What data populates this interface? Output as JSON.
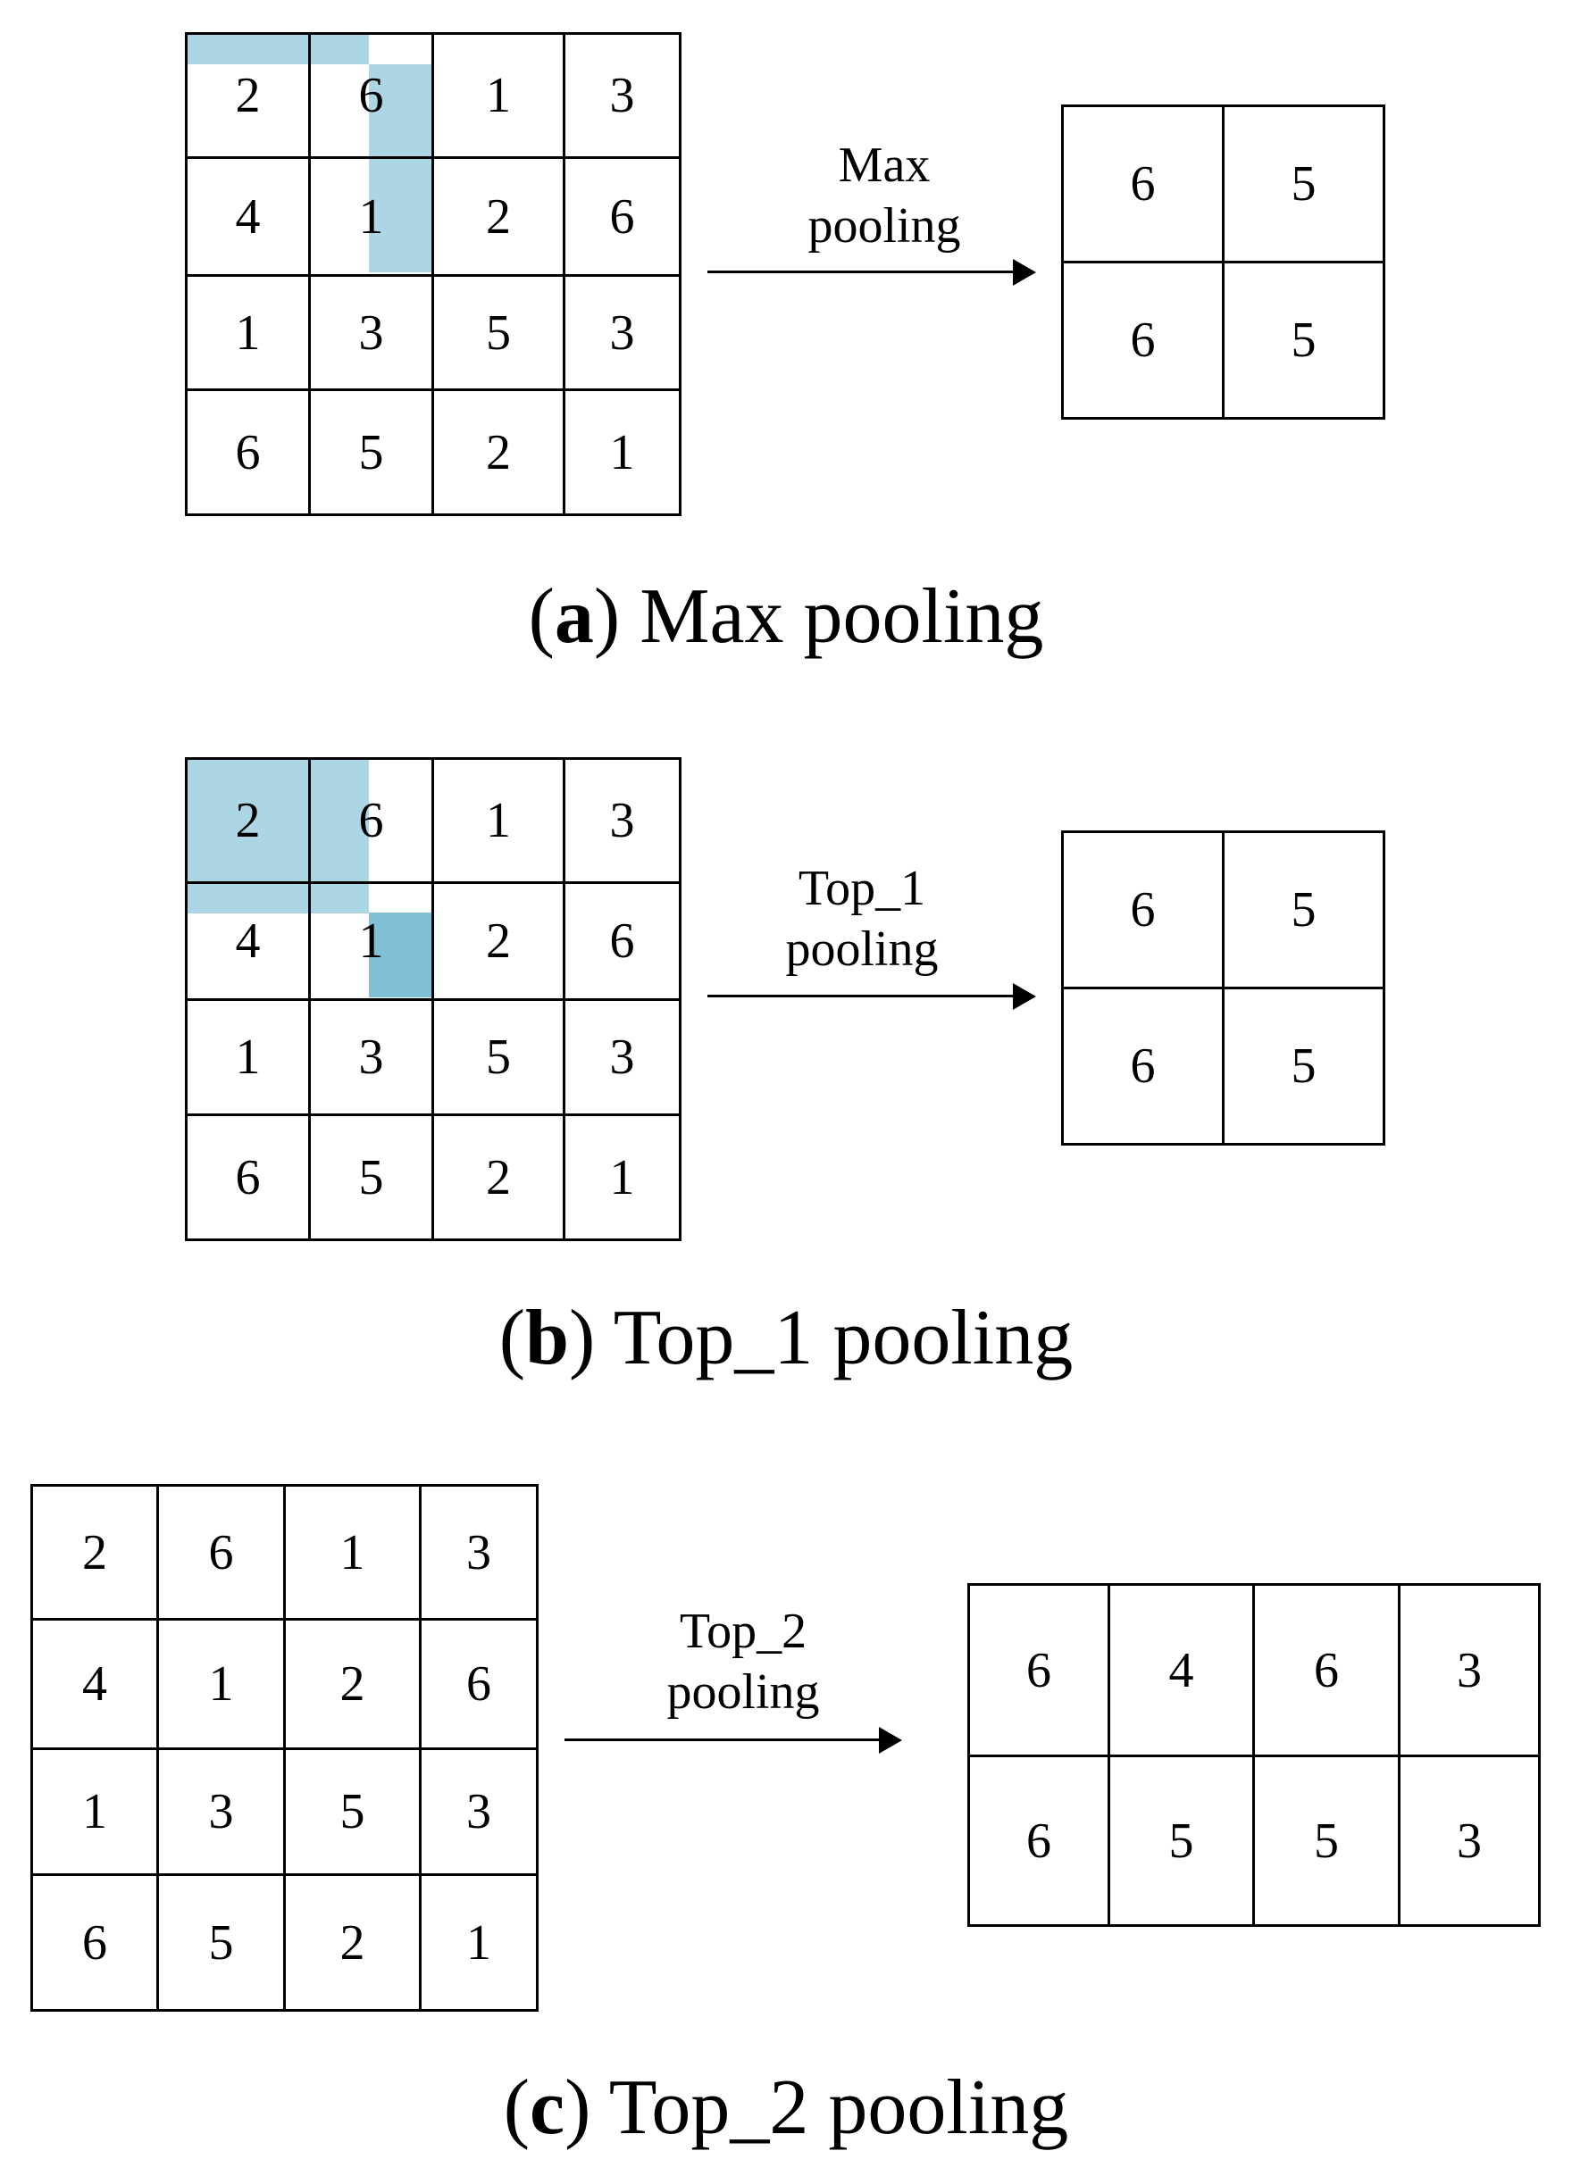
{
  "panels": [
    {
      "id": "a",
      "input_grid": [
        [
          "2",
          "6",
          "1",
          "3"
        ],
        [
          "4",
          "1",
          "2",
          "6"
        ],
        [
          "1",
          "3",
          "5",
          "3"
        ],
        [
          "6",
          "5",
          "2",
          "1"
        ]
      ],
      "arrow_label_line1": "Max",
      "arrow_label_line2": "pooling",
      "output_grid": [
        [
          "6",
          "5"
        ],
        [
          "6",
          "5"
        ]
      ],
      "caption_letter": "a",
      "caption_text": "Max pooling"
    },
    {
      "id": "b",
      "input_grid": [
        [
          "2",
          "6",
          "1",
          "3"
        ],
        [
          "4",
          "1",
          "2",
          "6"
        ],
        [
          "1",
          "3",
          "5",
          "3"
        ],
        [
          "6",
          "5",
          "2",
          "1"
        ]
      ],
      "arrow_label_line1": "Top_1",
      "arrow_label_line2": "pooling",
      "output_grid": [
        [
          "6",
          "5"
        ],
        [
          "6",
          "5"
        ]
      ],
      "caption_letter": "b",
      "caption_text": "Top_1 pooling"
    },
    {
      "id": "c",
      "input_grid": [
        [
          "2",
          "6",
          "1",
          "3"
        ],
        [
          "4",
          "1",
          "2",
          "6"
        ],
        [
          "1",
          "3",
          "5",
          "3"
        ],
        [
          "6",
          "5",
          "2",
          "1"
        ]
      ],
      "arrow_label_line1": "Top_2",
      "arrow_label_line2": "pooling",
      "output_grid": [
        [
          "6",
          "4",
          "6",
          "3"
        ],
        [
          "6",
          "5",
          "5",
          "3"
        ]
      ],
      "caption_letter": "c",
      "caption_text": "Top_2 pooling"
    }
  ],
  "colors": {
    "highlight": "#9ecfdf",
    "highlight_dark": "#7fc0d4",
    "lines": "#000000"
  }
}
